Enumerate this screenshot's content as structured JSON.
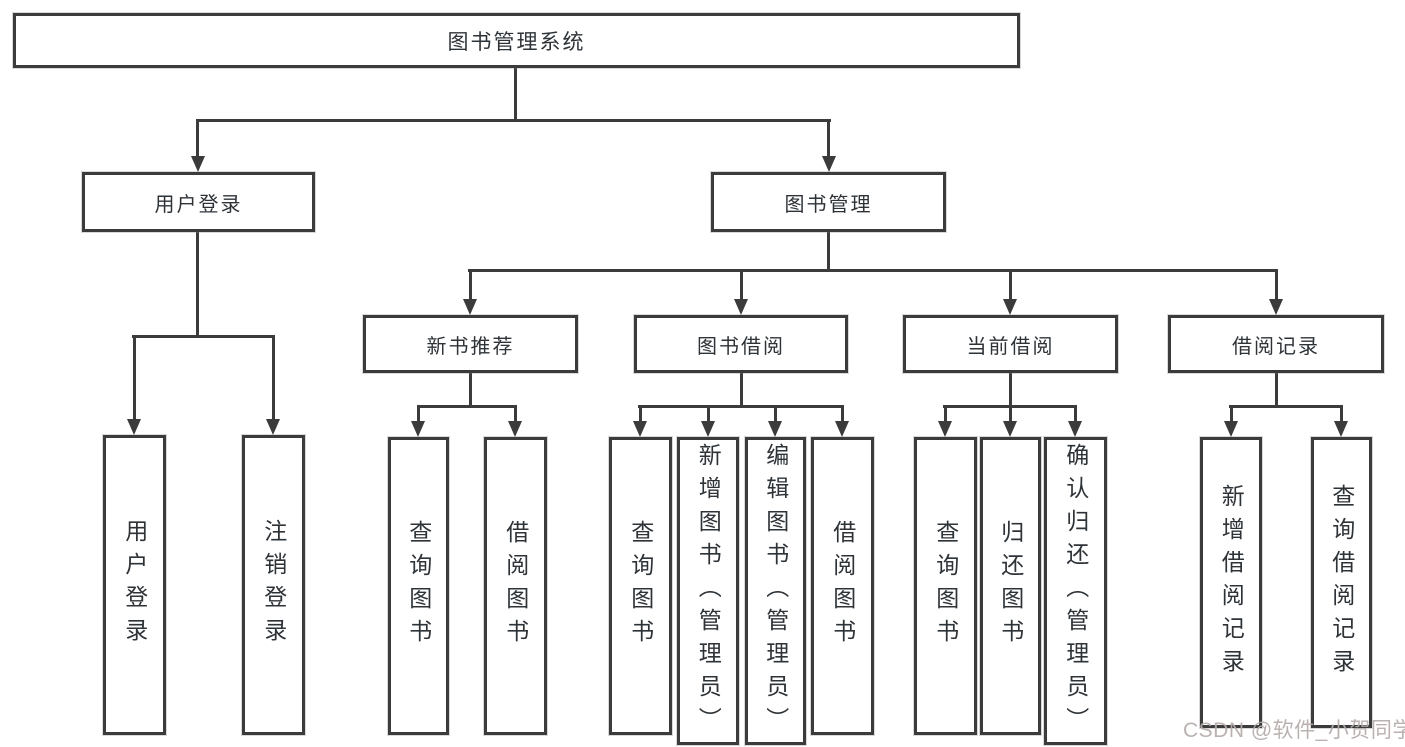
{
  "colors": {
    "line": "#3b3b3b",
    "box_border": "#3b3b3b",
    "text": "#2e3338",
    "background": "#ffffff",
    "watermark": "#b5acaa"
  },
  "tree": {
    "root": {
      "label": "图书管理系统"
    },
    "branches": [
      {
        "label": "用户登录",
        "leaves": [
          {
            "label": "用户登录"
          },
          {
            "label": "注销登录"
          }
        ]
      },
      {
        "label": "图书管理",
        "groups": [
          {
            "label": "新书推荐",
            "leaves": [
              {
                "label": "查询图书"
              },
              {
                "label": "借阅图书"
              }
            ]
          },
          {
            "label": "图书借阅",
            "leaves": [
              {
                "label": "查询图书"
              },
              {
                "label": "新增图书（管理员）"
              },
              {
                "label": "编辑图书（管理员）"
              },
              {
                "label": "借阅图书"
              }
            ]
          },
          {
            "label": "当前借阅",
            "leaves": [
              {
                "label": "查询图书"
              },
              {
                "label": "归还图书"
              },
              {
                "label": "确认归还（管理员）"
              }
            ]
          },
          {
            "label": "借阅记录",
            "leaves": [
              {
                "label": "新增借阅记录"
              },
              {
                "label": "查询借阅记录"
              }
            ]
          }
        ]
      }
    ]
  },
  "watermark": {
    "text": "CSDN @软件_小贺同学"
  }
}
